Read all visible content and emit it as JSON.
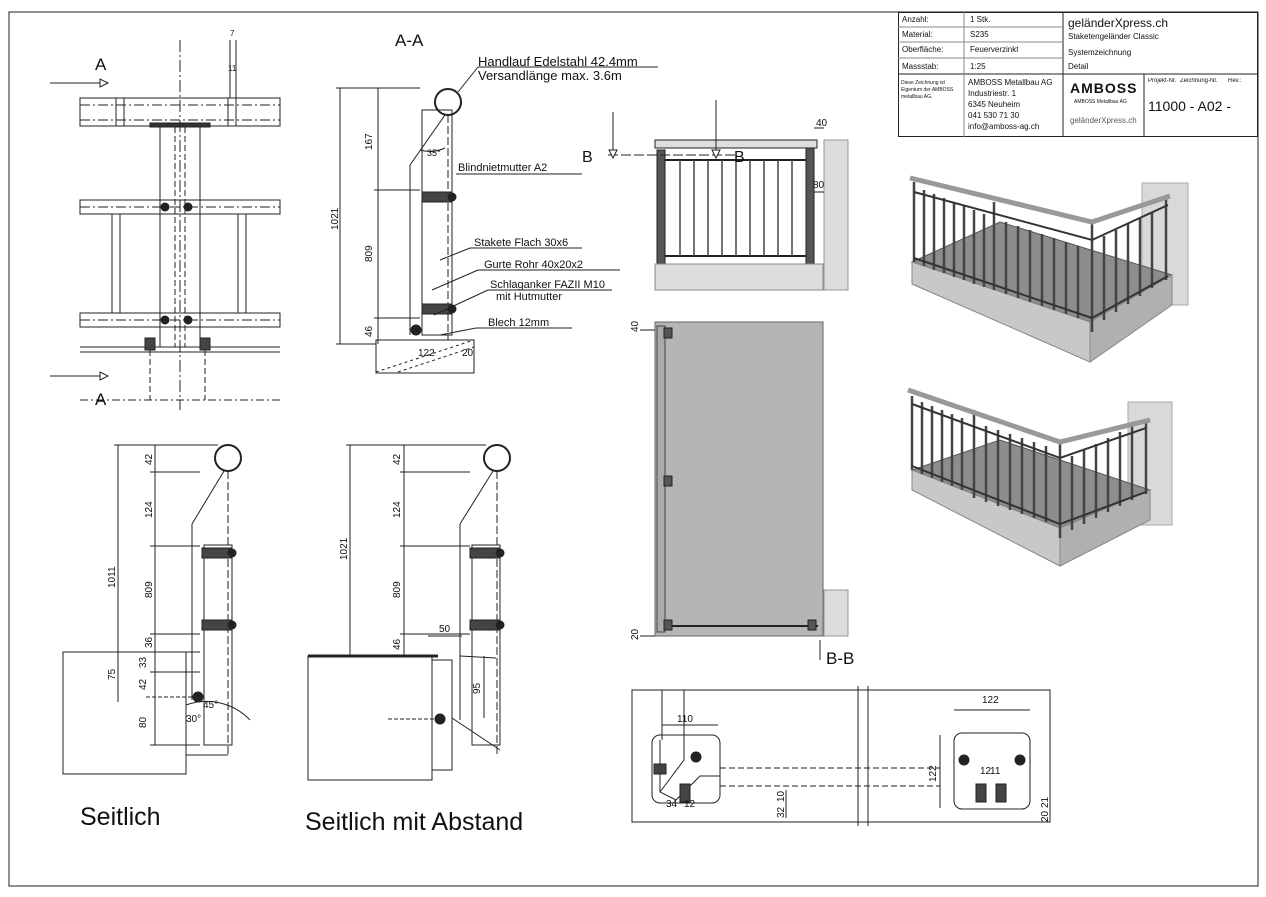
{
  "title_block": {
    "anzahl_label": "Anzahl:",
    "anzahl_value": "1 Stk.",
    "material_label": "Material:",
    "material_value": "S235",
    "oberflaeche_label": "Oberfläche:",
    "oberflaeche_value": "Feuerverzinkt",
    "massstab_label": "Massstab:",
    "massstab_value": "1:25",
    "project_title": "geländerXpress.ch",
    "project_sub1": "Staketengeländer Classic",
    "project_sub2": "Systemzeichnung",
    "project_sub3": "Detail",
    "disclaimer": "Diese Zeichnung ist Eigentum der AMBOSS metallbau AG.",
    "company_name": "AMBOSS Metallbau AG",
    "company_street": "Industriestr. 1",
    "company_city": "6345 Neuheim",
    "company_phone": "041 530 71 30",
    "company_email": "info@amboss-ag.ch",
    "logo_text": "AMBOSS",
    "logo_sub": "AMBOSS Metallbau AG",
    "logo2_text": "geländerXpress.ch",
    "projekt_nr_label": "Projekt-Nr.",
    "zeichnung_nr_label": "Zeichnung-Nr.",
    "rev_label": "Rev.:",
    "drawing_number": "11000 - A02 -"
  },
  "front_view": {
    "section_mark_top": "A",
    "section_mark_bottom": "A",
    "dim_7": "7",
    "dim_11": "11"
  },
  "section_aa": {
    "title": "A-A",
    "label_handlauf": "Handlauf Edelstahl 42.4mm",
    "label_versand": "Versandlänge max. 3.6m",
    "label_blindniet": "Blindnietmutter A2",
    "label_stakete": "Stakete Flach 30x6",
    "label_gurte": "Gurte Rohr 40x20x2",
    "label_schlaganker": "Schlaganker FAZII M10",
    "label_hutmutter": "mit Hutmutter",
    "label_blech": "Blech 12mm",
    "dim_total": "1021",
    "dim_167": "167",
    "dim_809": "809",
    "dim_46": "46",
    "dim_122": "122",
    "dim_20": "20",
    "angle_35": "35°"
  },
  "view_bb": {
    "mark_left": "B",
    "mark_right": "B",
    "dim_40": "40",
    "dim_80": "80"
  },
  "plan_view": {
    "dim_40": "40",
    "dim_20": "20",
    "label": "B-B"
  },
  "seitlich": {
    "caption": "Seitlich",
    "dim_total": "1011",
    "dim_42": "42",
    "dim_124": "124",
    "dim_809": "809",
    "dim_36": "36",
    "dim_33": "33",
    "dim_42b": "42",
    "dim_75": "75",
    "dim_80": "80",
    "angle_30": "30°",
    "angle_45": "45°"
  },
  "seitlich_abstand": {
    "caption": "Seitlich mit Abstand",
    "dim_total": "1021",
    "dim_42": "42",
    "dim_124": "124",
    "dim_809": "809",
    "dim_46": "46",
    "dim_50": "50",
    "dim_95": "95"
  },
  "detail_bb": {
    "dim_110": "110",
    "dim_122_top": "122",
    "dim_122_side": "122",
    "dim_34": "34",
    "dim_12": "12",
    "dim_32": "32",
    "dim_10": "10",
    "dim_12b": "12",
    "dim_11": "11",
    "dim_20": "20",
    "dim_21": "21"
  }
}
